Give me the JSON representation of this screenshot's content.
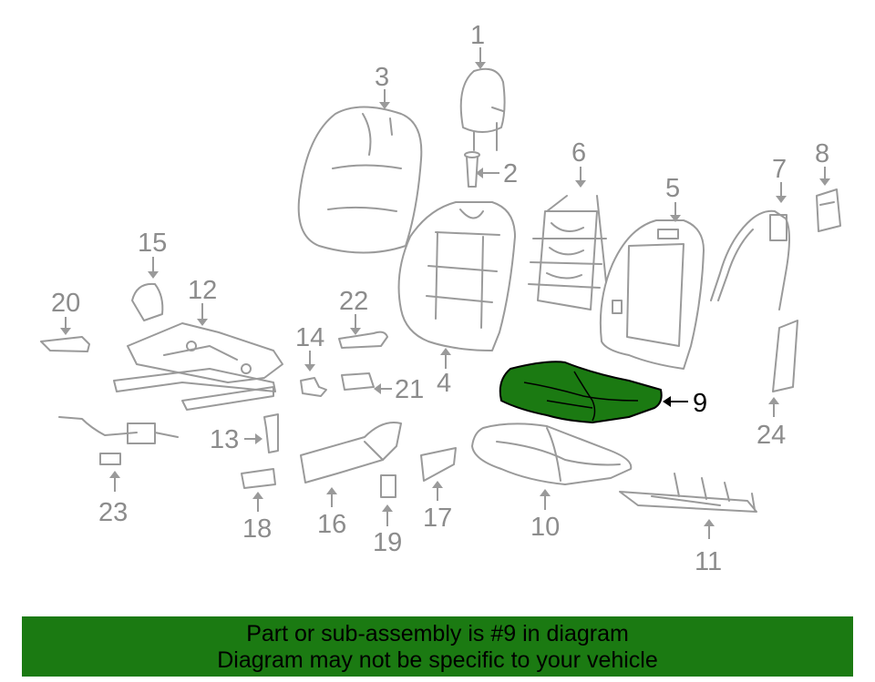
{
  "diagram": {
    "callouts": [
      "1",
      "2",
      "3",
      "4",
      "5",
      "6",
      "7",
      "8",
      "9",
      "10",
      "11",
      "12",
      "13",
      "14",
      "15",
      "16",
      "17",
      "18",
      "19",
      "20",
      "21",
      "22",
      "23",
      "24"
    ],
    "highlighted_part": "9",
    "highlight_color": "#1b7a12",
    "part_color": "#9a9a9a"
  },
  "banner": {
    "line1": "Part or sub-assembly is #9 in diagram",
    "line2": "Diagram may not be specific to your vehicle",
    "background": "#1b7a12"
  }
}
